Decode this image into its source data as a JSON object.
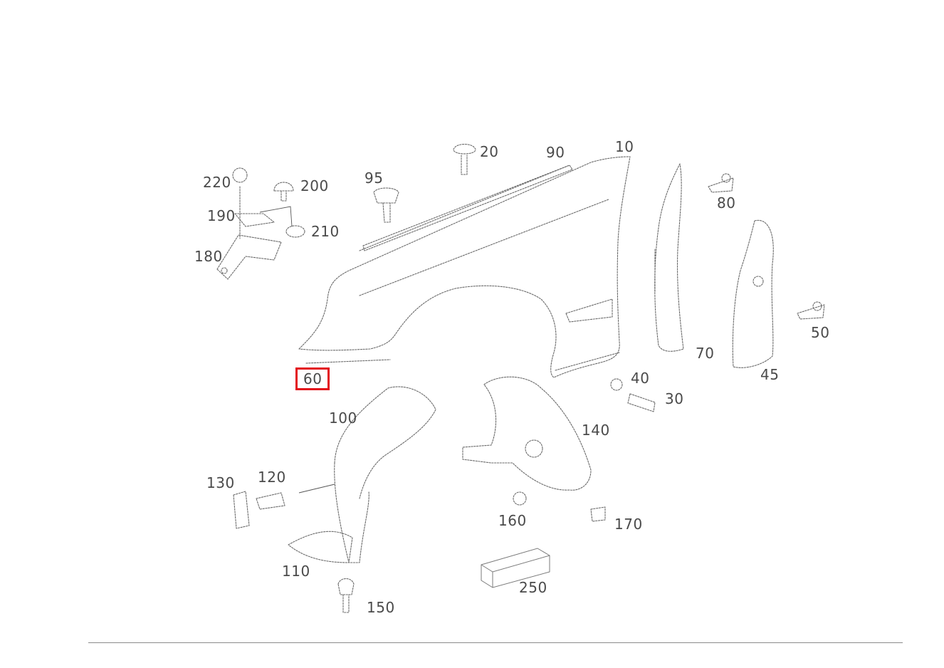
{
  "diagram": {
    "highlight_color": "#e3121b",
    "selected_callout": "60",
    "callouts": {
      "c10": "10",
      "c20": "20",
      "c30": "30",
      "c40": "40",
      "c45": "45",
      "c50": "50",
      "c60": "60",
      "c70": "70",
      "c80": "80",
      "c90": "90",
      "c95": "95",
      "c100": "100",
      "c110": "110",
      "c120": "120",
      "c130": "130",
      "c140": "140",
      "c150": "150",
      "c160": "160",
      "c170": "170",
      "c180": "180",
      "c190": "190",
      "c200": "200",
      "c210": "210",
      "c220": "220",
      "c250": "250"
    }
  }
}
